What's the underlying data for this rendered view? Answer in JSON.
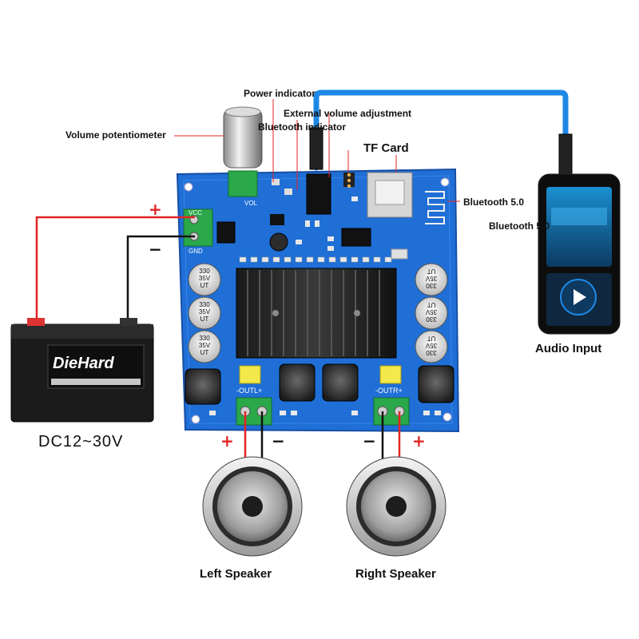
{
  "labels": {
    "volume_potentiometer": "Volume potentiometer",
    "power_indicator": "Power indicator",
    "external_volume": "External volume adjustment",
    "bluetooth_indicator": "Bluetooth indicator",
    "tf_card": "TF Card",
    "bluetooth_1": "Bluetooth 5.0",
    "bluetooth_2": "Bluetooth 5.0",
    "audio_input": "Audio Input",
    "dc_voltage": "DC12~30V",
    "left_speaker": "Left Speaker",
    "right_speaker": "Right Speaker"
  },
  "signs": {
    "battery_plus": "+",
    "battery_minus": "−",
    "left_plus": "+",
    "left_minus": "−",
    "right_minus": "−",
    "right_plus": "+"
  },
  "board": {
    "vcc": "VCC",
    "gnd": "GND",
    "vol": "VOL",
    "outl": "-OUTL+",
    "outr": "-OUTR+",
    "cap_values": [
      "330",
      "35V",
      "UT"
    ]
  },
  "battery": {
    "brand": "DieHard"
  },
  "colors": {
    "board": "#1f6fd6",
    "board_dark": "#174fa6",
    "wire_red": "#e32424",
    "wire_black": "#111111",
    "cable_blue": "#1e88e5",
    "terminal_green": "#2aa84a"
  }
}
